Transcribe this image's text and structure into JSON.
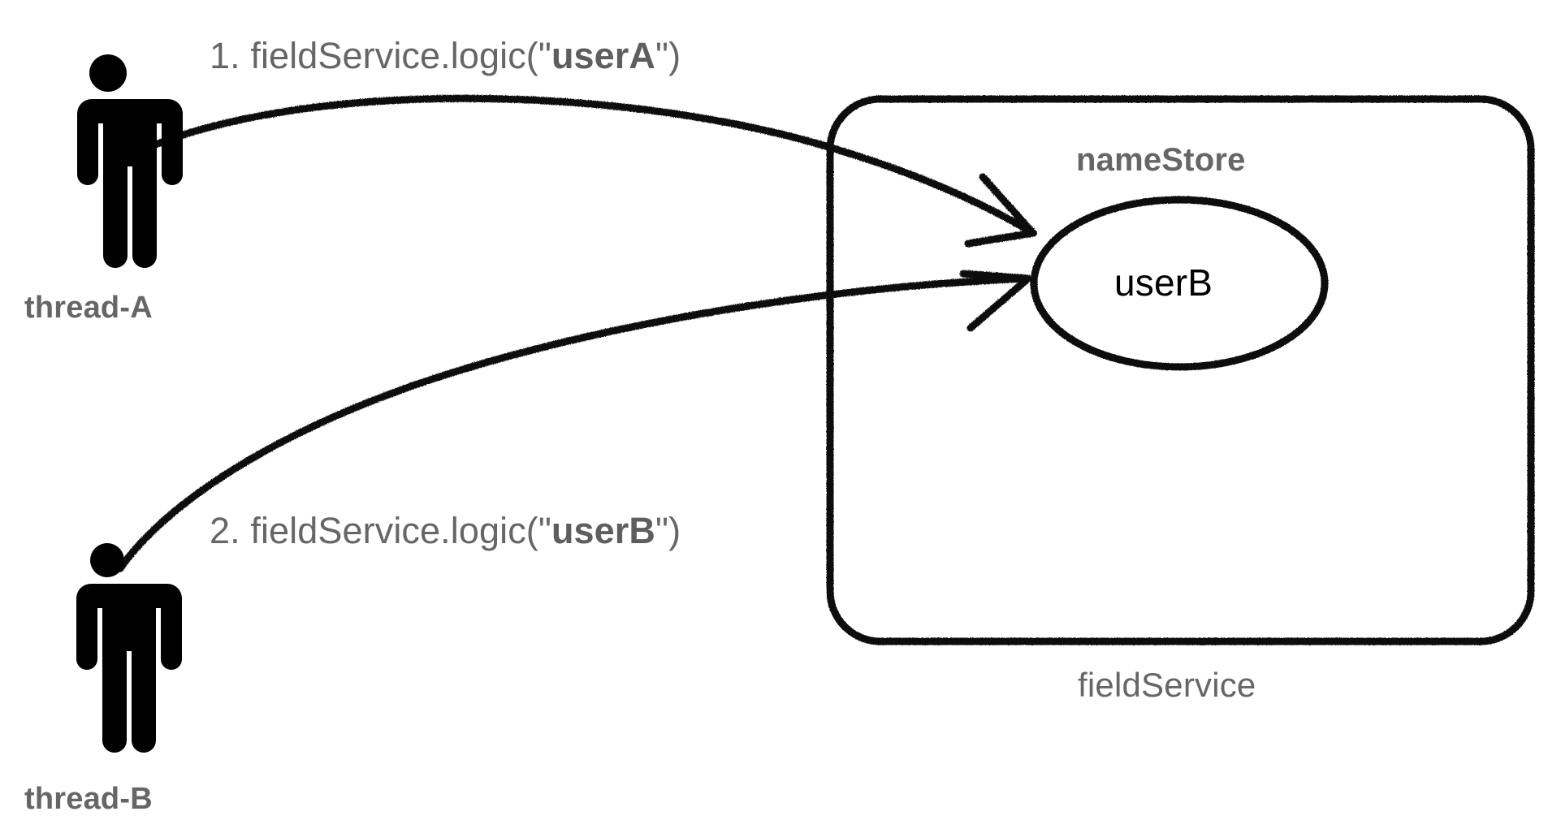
{
  "diagram": {
    "title_kind": "sequence-of-calls-to-shared-field",
    "background_color": "#ffffff",
    "ink_color": "#111111",
    "label_color": "#666666",
    "node_text_color": "#000000"
  },
  "actors": [
    {
      "id": "thread-a",
      "label": "thread-A",
      "icon": "person-icon"
    },
    {
      "id": "thread-b",
      "label": "thread-B",
      "icon": "person-icon"
    }
  ],
  "calls": [
    {
      "id": "call-1",
      "number": "1.",
      "method": "fieldService.logic(\"",
      "arg": "userA",
      "suffix": "\")",
      "from": "thread-a",
      "to": "userB"
    },
    {
      "id": "call-2",
      "number": "2.",
      "method": "fieldService.logic(\"",
      "arg": "userB",
      "suffix": "\")",
      "from": "thread-b",
      "to": "userB"
    }
  ],
  "container": {
    "id": "field-service-box",
    "label": "fieldService",
    "field_label": "nameStore",
    "field_value": "userB"
  }
}
